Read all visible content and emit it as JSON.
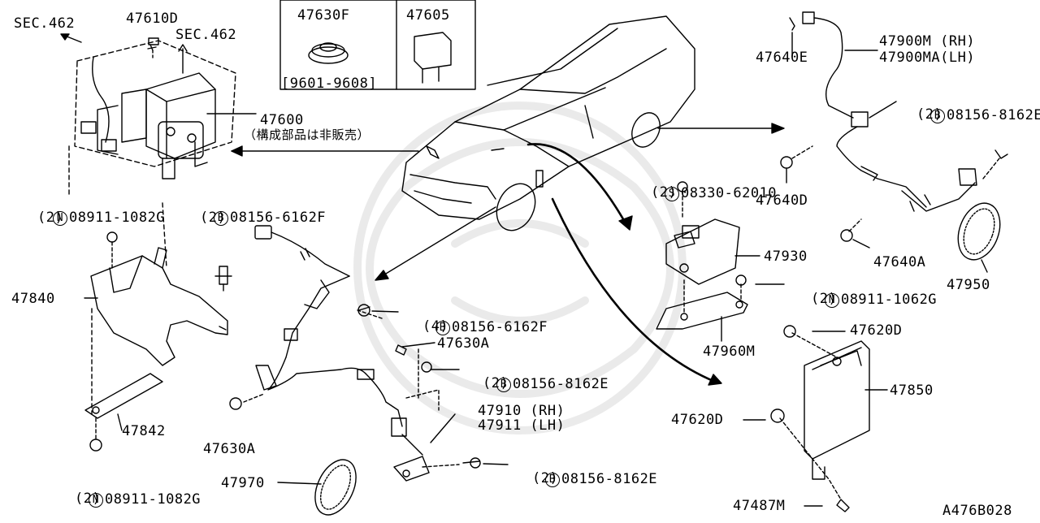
{
  "diagram": {
    "code": "A476B028",
    "sec_top_left": "SEC.462",
    "sec_top_mid": "SEC.462",
    "inset": {
      "left_part": "47630F",
      "left_range": "[9601-9608]",
      "right_part": "47605"
    },
    "parts": {
      "p47610D": "47610D",
      "p47600": "47600",
      "p47600_note": "（構成部品は非販売）",
      "n08911_top": {
        "prefix": "N",
        "num": "08911-1082G",
        "qty": "(2)"
      },
      "b08156_6162F_top": {
        "prefix": "B",
        "num": "08156-6162F",
        "qty": "(2)"
      },
      "p47840": "47840",
      "p47842": "47842",
      "n08911_bottom": {
        "prefix": "N",
        "num": "08911-1082G",
        "qty": "(2)"
      },
      "b08156_6162F_mid": {
        "prefix": "B",
        "num": "08156-6162F",
        "qty": "(4)"
      },
      "p47630A_upper": "47630A",
      "b08156_8162E_mid": {
        "prefix": "B",
        "num": "08156-8162E",
        "qty": "(2)"
      },
      "p47630A_lower": "47630A",
      "p47910": "47910 (RH)",
      "p47911": "47911 (LH)",
      "p47970": "47970",
      "b08156_8162E_bottom": {
        "prefix": "B",
        "num": "08156-8162E",
        "qty": "(2)"
      },
      "p47640E": "47640E",
      "p47900M": "47900M (RH)",
      "p47900MA": "47900MA(LH)",
      "b08156_8162E_right": {
        "prefix": "B",
        "num": "08156-8162E",
        "qty": "(2)"
      },
      "p47640D": "47640D",
      "s08330": {
        "prefix": "S",
        "num": "08330-62010",
        "qty": "(2)"
      },
      "p47930": "47930",
      "p47640A": "47640A",
      "n08911_1062G": {
        "prefix": "N",
        "num": "08911-1062G",
        "qty": "(2)"
      },
      "p47950": "47950",
      "p47960M": "47960M",
      "p47620D_upper": "47620D",
      "p47850": "47850",
      "p47620D_lower": "47620D",
      "p47487M": "47487M"
    }
  }
}
